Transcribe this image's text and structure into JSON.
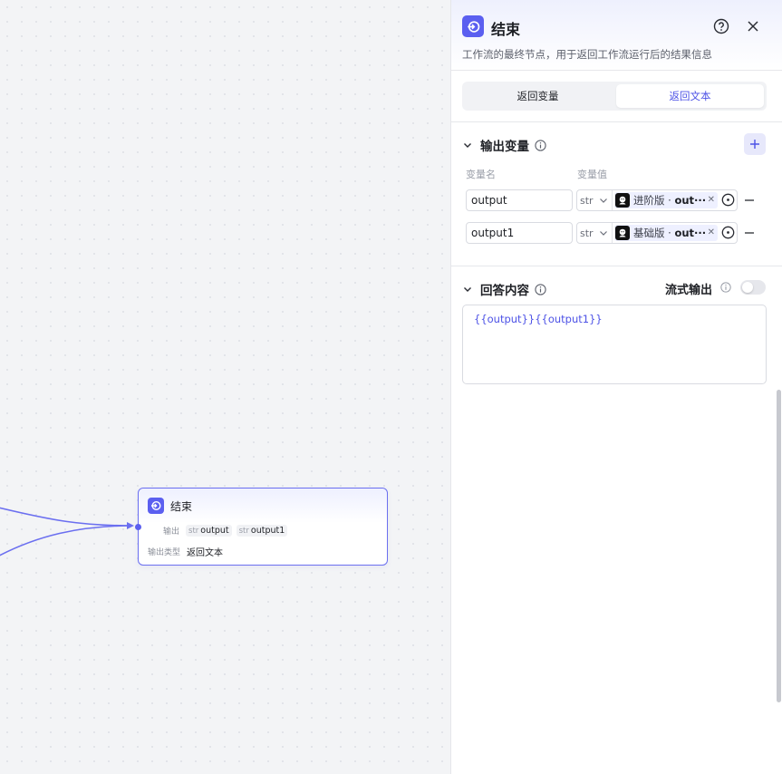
{
  "node": {
    "title": "结束",
    "output_label": "输出",
    "outputs": [
      {
        "type": "str",
        "name": "output"
      },
      {
        "type": "str",
        "name": "output1"
      }
    ],
    "output_type_label": "输出类型",
    "output_type_value": "返回文本"
  },
  "panel": {
    "title": "结束",
    "description": "工作流的最终节点，用于返回工作流运行后的结果信息",
    "tabs": [
      {
        "label": "返回变量"
      },
      {
        "label": "返回文本",
        "active": true
      }
    ],
    "output_section": {
      "title": "输出变量",
      "col_name": "变量名",
      "col_value": "变量值",
      "rows": [
        {
          "name": "output",
          "type": "str",
          "ref_prefix": "进阶版 · ",
          "ref_var": "out···"
        },
        {
          "name": "output1",
          "type": "str",
          "ref_prefix": "基础版 · ",
          "ref_var": "out···"
        }
      ]
    },
    "answer_section": {
      "title": "回答内容",
      "stream_label": "流式输出",
      "stream_enabled": false,
      "content": "{{output}}{{output1}}"
    }
  },
  "colors": {
    "accent": "#5b5ff0",
    "edge": "#6b6ff0"
  }
}
